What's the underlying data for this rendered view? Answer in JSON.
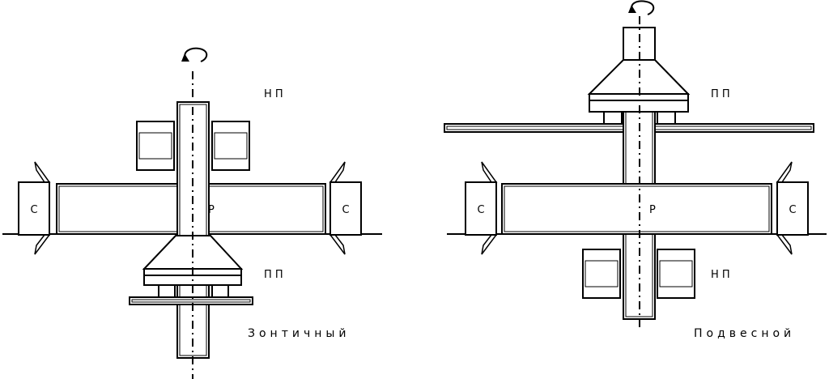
{
  "left_diagram": {
    "caption": "Зонтичный",
    "upper_bearing_label": "Н П",
    "lower_bearing_label": "П П",
    "rotor_label": "Р",
    "stator_left_label": "С",
    "stator_right_label": "С"
  },
  "right_diagram": {
    "caption": "Подвесной",
    "upper_bearing_label": "П П",
    "lower_bearing_label": "Н П",
    "rotor_label": "Р",
    "stator_left_label": "С",
    "stator_right_label": "С"
  }
}
